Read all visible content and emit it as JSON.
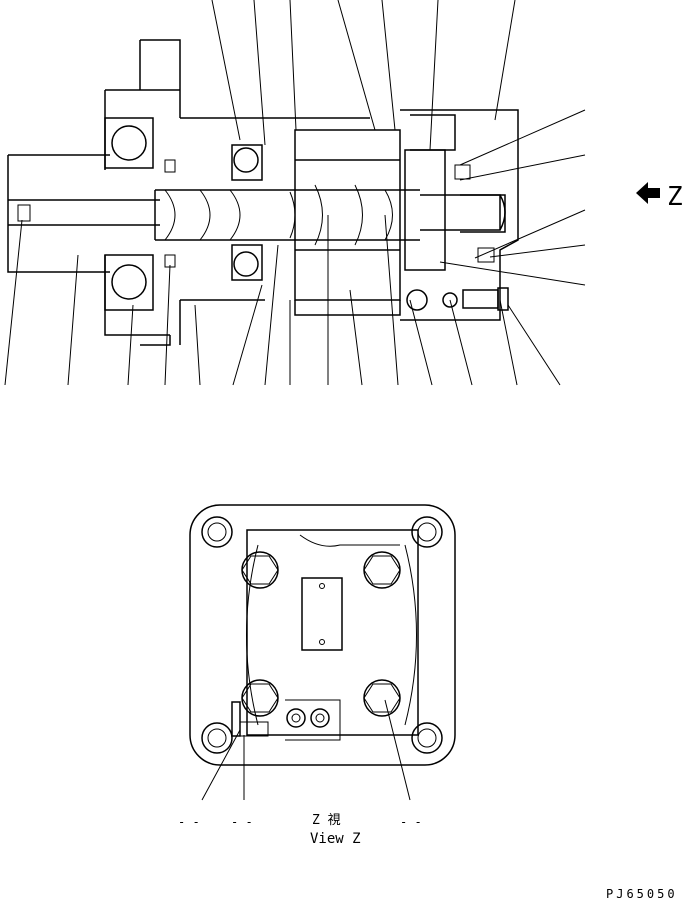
{
  "view_arrow_label": "Z",
  "view_caption": {
    "japanese": "Z 視",
    "english": "View Z"
  },
  "callout_dashes": [
    "- -",
    "- -",
    "- -"
  ],
  "drawing_code": "PJ65050"
}
